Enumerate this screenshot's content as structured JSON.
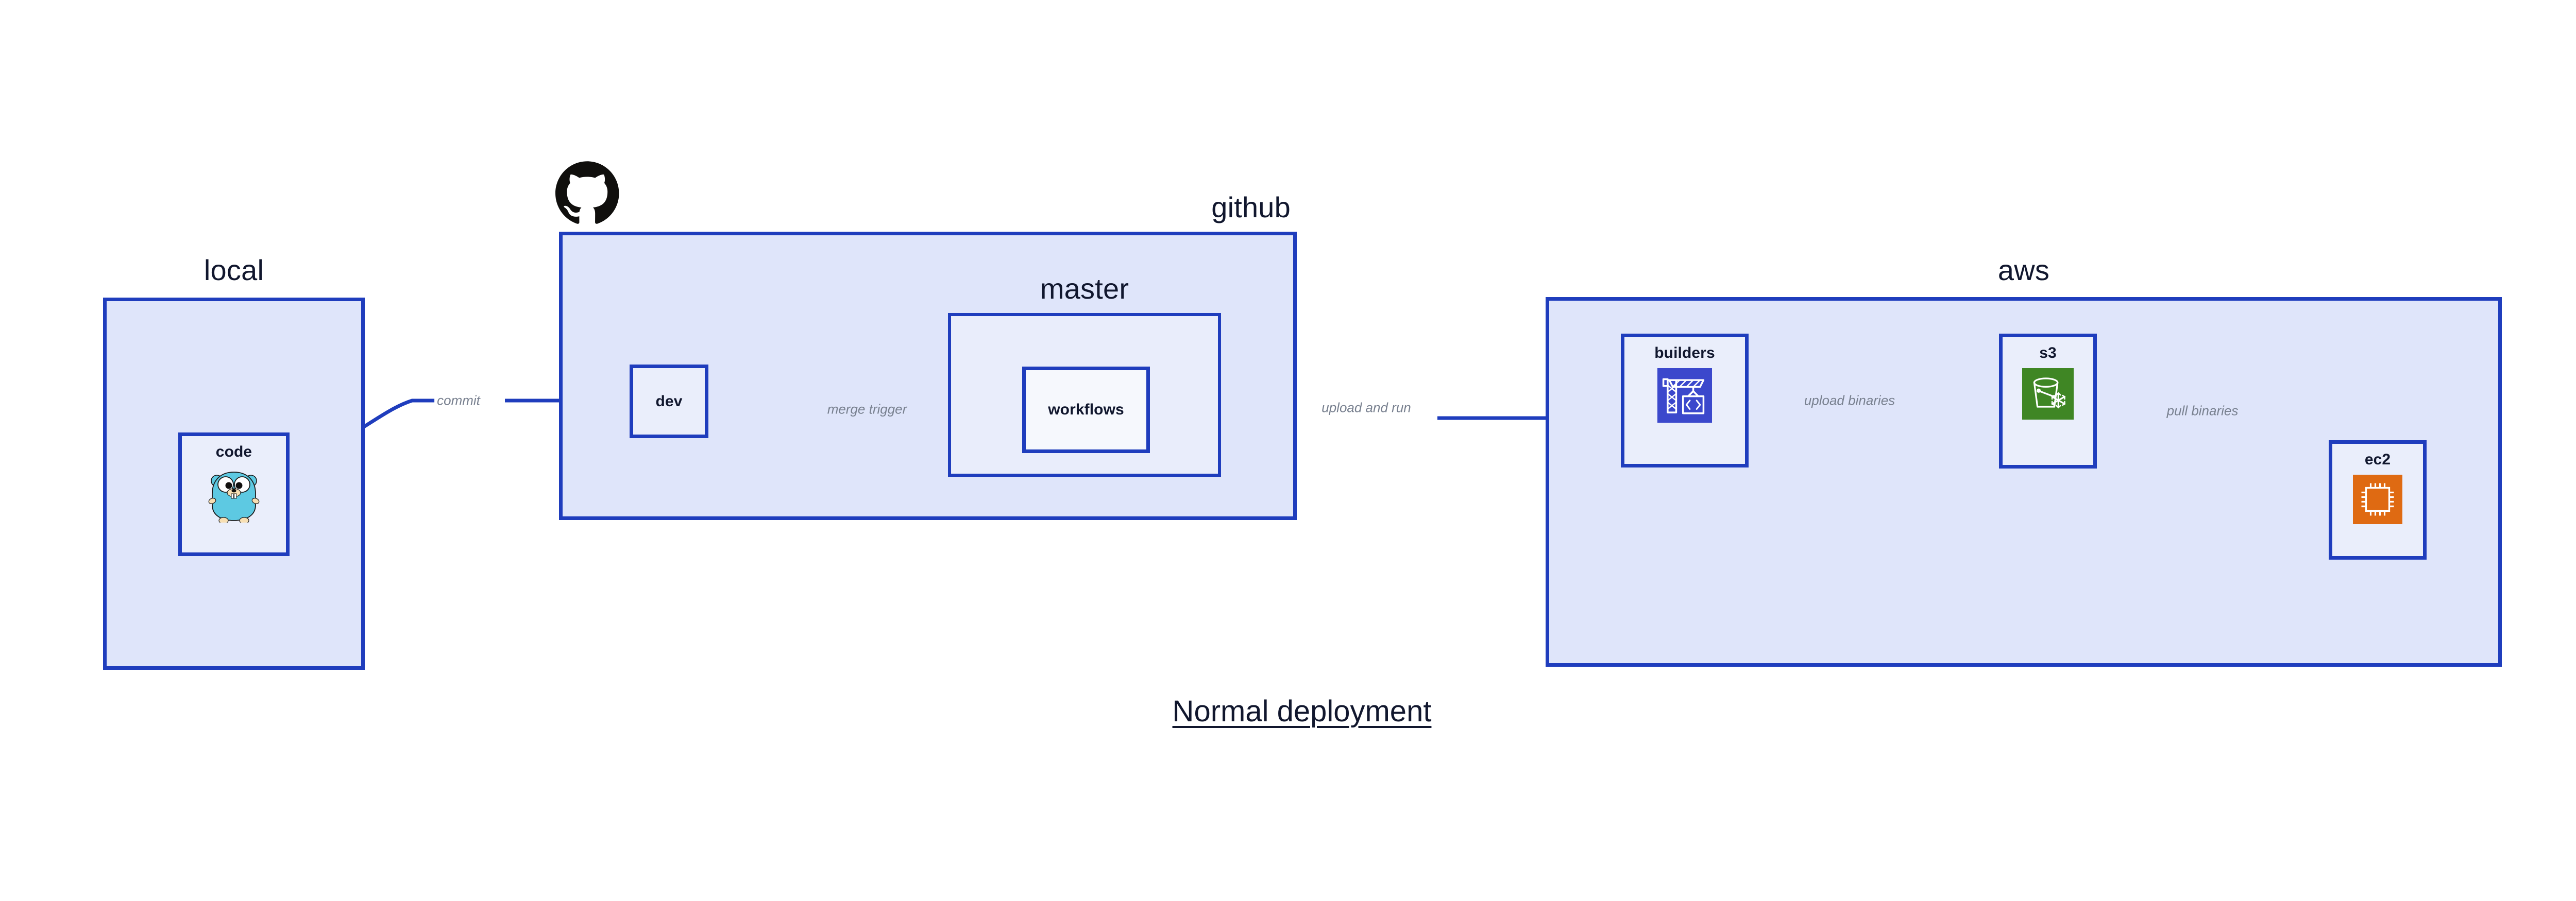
{
  "title": "Normal deployment",
  "colors": {
    "border": "#1f3dbd",
    "group_fill": "#dfe5fa",
    "subgroup_fill": "#e9edfb",
    "node_fill": "#eaeefb",
    "node_fill_light": "#f6f8fd",
    "text": "#11172e",
    "edge_label_text": "#78808f",
    "canvas": "#ffffff",
    "gopher_cyan": "#5dc9e2",
    "builders_blue": "#3b48cc",
    "s3_green": "#3f8624",
    "ec2_orange": "#df6a12",
    "github_black": "#100f0d"
  },
  "groups": [
    {
      "id": "local",
      "label": "local",
      "label_align": "center"
    },
    {
      "id": "github",
      "label": "github",
      "label_align": "right"
    },
    {
      "id": "master",
      "label": "master",
      "label_align": "center"
    },
    {
      "id": "aws",
      "label": "aws",
      "label_align": "center"
    }
  ],
  "nodes": [
    {
      "id": "code",
      "label": "code",
      "icon": "go-gopher-icon",
      "group": "local"
    },
    {
      "id": "dev",
      "label": "dev",
      "icon": null,
      "group": "github"
    },
    {
      "id": "workflows",
      "label": "workflows",
      "icon": null,
      "group": "master"
    },
    {
      "id": "builders",
      "label": "builders",
      "icon": "aws-builders-crane-icon",
      "group": "aws"
    },
    {
      "id": "s3",
      "label": "s3",
      "icon": "aws-s3-bucket-icon",
      "group": "aws"
    },
    {
      "id": "ec2",
      "label": "ec2",
      "icon": "aws-ec2-chip-icon",
      "group": "aws"
    }
  ],
  "edges": [
    {
      "id": "commit",
      "label": "commit",
      "from": "code",
      "to": "dev"
    },
    {
      "id": "merge-trigger",
      "label": "merge trigger",
      "from": "dev",
      "to": "workflows"
    },
    {
      "id": "upload-and-run",
      "label": "upload and run",
      "from": "workflows",
      "to": "builders"
    },
    {
      "id": "upload-binaries",
      "label": "upload binaries",
      "from": "builders",
      "to": "s3"
    },
    {
      "id": "pull-binaries",
      "label": "pull binaries",
      "from": "s3",
      "to": "ec2"
    }
  ],
  "logos": [
    {
      "id": "github-logo",
      "name": "github-octocat-icon"
    }
  ]
}
